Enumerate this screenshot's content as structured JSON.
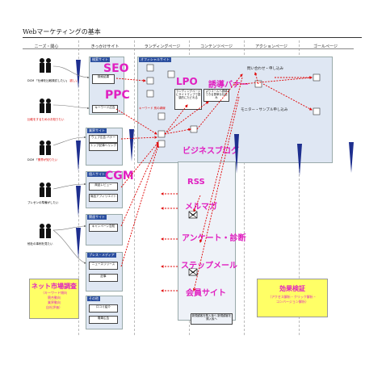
{
  "title": "Webマーケティングの基本",
  "columns": [
    "ニーズ・関心",
    "きっかけサイト",
    "ランディングページ",
    "コンテンツページ",
    "アクションページ",
    "ゴールページ"
  ],
  "needs": [
    {
      "label": "DCM 「仕様を比較検討したい」",
      "need": "欲しい"
    },
    {
      "label": "DCM 「特徴を比較を知りたい」",
      "need": "比較をするためのお知りたい"
    },
    {
      "label": "DCM 「",
      "need": "業界が知りたい"
    },
    {
      "label": "プレゼンの準備がしたい",
      "need": ""
    },
    {
      "label": "他社の事例を見たい",
      "need": ""
    }
  ],
  "kikkake": {
    "search_tag": "検索サイト",
    "search_items": [
      "検索結果",
      "キーワード広告"
    ],
    "partner_tag": "業界サイト",
    "partner_items": [
      "ウェブ広告 バナー",
      "トップ記事へリンク"
    ],
    "personal_tag": "個人サイト",
    "personal_items": [
      "商品レビュー",
      "商品アフィリエイト"
    ],
    "related_tag": "関連サイト",
    "related_items": [
      "キャンペーン告知"
    ],
    "press_tag": "プレス・メディア",
    "press_items": [
      "ニュースリリース",
      "記事"
    ],
    "other_tag": "その他",
    "other_items": [
      "口コミ紹介",
      "電車広告"
    ]
  },
  "labels": {
    "seo": "SEO",
    "ppc": "PPC",
    "cgm": "CGM",
    "lpo": "LPO",
    "banner": "誘導バナー",
    "blog": "ビジネスブログ",
    "rss": "RSS",
    "mailmag": "メルマガ",
    "survey": "アンケート・診断",
    "stepmail": "ステップメール",
    "member": "会員サイト"
  },
  "landing": {
    "official_tag": "オフィシャルサイト",
    "keyword_note": "キーワード 別の導線"
  },
  "contents": {
    "box1": "ランディングページにサイトマップで直感的にたどれる",
    "box2": "よりコールへ誘導できる簡単な仕組み"
  },
  "actions": {
    "inquiry": "問い合わせ・申し込み",
    "monitor": "モニター・サンプル申し込み"
  },
  "contents_note": "新規顧客を購入後へ 新規顧客を購入後へ",
  "research": {
    "title": "ネット市場調査",
    "lines": [
      "（キーワード傾向",
      "競合動向",
      "業界動向",
      "自社評価）"
    ]
  },
  "evaluation": {
    "title": "効果検証",
    "lines": [
      "（アクセス解析・クリック解析・",
      "コンバージョン解析）"
    ]
  },
  "colors": {
    "lane": "#dfe7f3",
    "pink": "#e020c0",
    "red": "#e00000",
    "blue": "#1e2f8f",
    "yellow": "#ffff66"
  }
}
